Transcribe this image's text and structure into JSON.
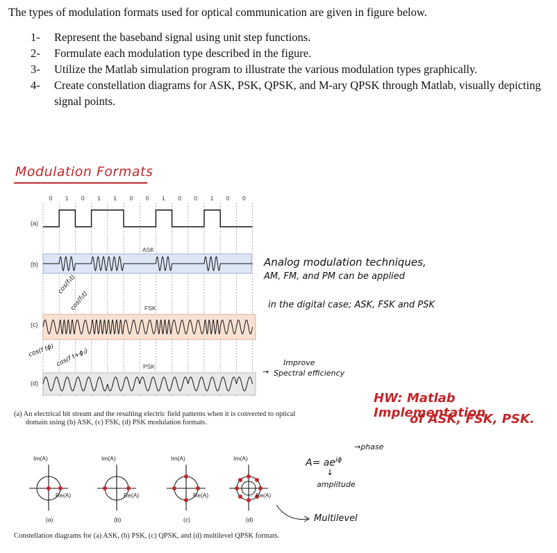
{
  "intro": "The types of modulation formats used for optical communication are given in figure below.",
  "tasks": [
    {
      "num": "1-",
      "text": "Represent the baseband signal using unit step functions."
    },
    {
      "num": "2-",
      "text": "Formulate each modulation type described in the figure."
    },
    {
      "num": "3-",
      "text": "Utilize the Matlab simulation program to illustrate the various modulation types graphically."
    },
    {
      "num": "4-",
      "text": "Create constellation diagrams for ASK, PSK, QPSK, and M-ary QPSK through Matlab, visually depicting signal points."
    }
  ],
  "figure": {
    "heading": "Modulation Formats",
    "bits": [
      "0",
      "1",
      "0",
      "1",
      "1",
      "0",
      "0",
      "1",
      "0",
      "0",
      "1",
      "0",
      "0"
    ],
    "row_labels": [
      "(a)",
      "(b)",
      "(c)",
      "(d)"
    ],
    "band_labels": {
      "ask": "ASK",
      "fsk": "FSK",
      "psk": "PSK"
    },
    "band_colors": {
      "ask": "#dde6f5",
      "fsk": "#f9e1d2",
      "psk": "#e8e8e8"
    },
    "caption_line1": "(a) An electrical bit stream and the resulting electric field patterns when it is converted to optical",
    "caption_line2": "domain using (b) ASK, (c) FSK, (d) PSK modulation formats."
  },
  "constellation": {
    "im_label": "Im(A)",
    "re_label": "Re(A)",
    "sub_labels": [
      "(a)",
      "(b)",
      "(c)",
      "(d)"
    ],
    "caption": "Constellation diagrams for (a) ASK, (b) PSK, (c) QPSK, and (d) multilevel QPSK formats.",
    "point_color": "#c0282b"
  },
  "annotations": {
    "analog_line1": "Analog modulation techniques,",
    "analog_line2": "AM, FM, and PM can be applied",
    "analog_line3": "in the digital case; ASK, FSK and PSK",
    "improve_line1": "Improve",
    "improve_line2": "Spectral efficiency",
    "hw_line1": "HW: Matlab Implementation",
    "hw_line2": "of ASK, FSK, PSK.",
    "formula": "A= ae",
    "formula_exp": "iϕ",
    "phase": "phase",
    "amplitude": "amplitude",
    "multilevel": "Multilevel",
    "cos1": "cos(f₁t)",
    "cos2": "cos(f₂t)",
    "cos3": "cos(f tϕ)",
    "cos4": "cos(f t+ϕ₂)"
  }
}
